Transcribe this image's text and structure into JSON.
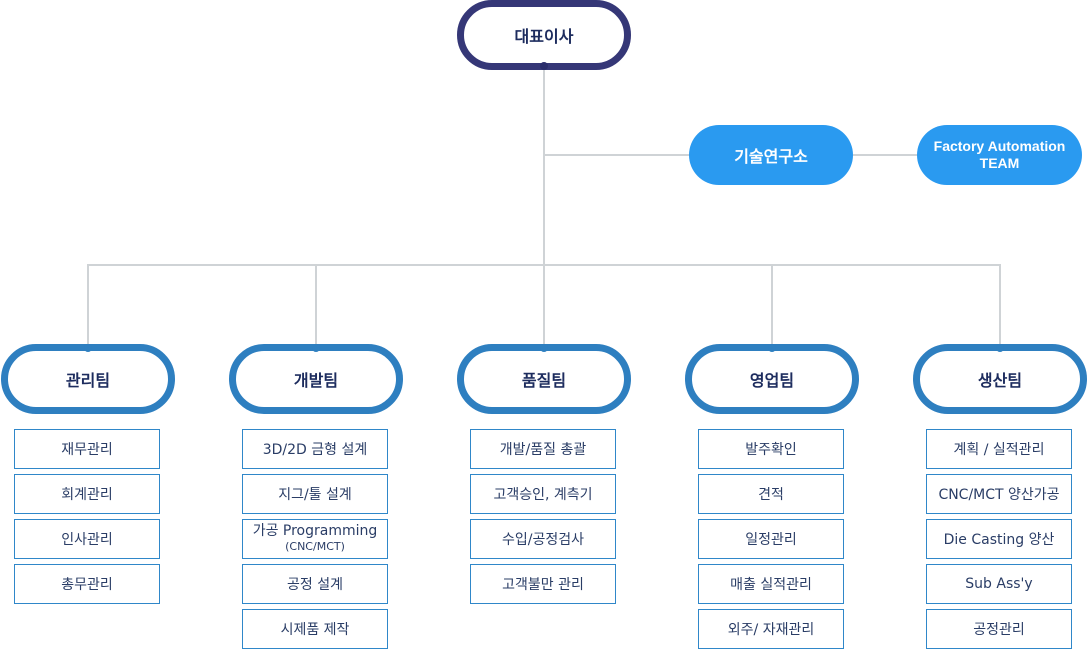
{
  "ceo": {
    "label": "대표이사"
  },
  "lab": {
    "label": "기술연구소"
  },
  "fa_team": {
    "line1": "Factory Automation",
    "line2": "TEAM"
  },
  "teams": [
    {
      "label": "관리팀",
      "tasks": [
        "재무관리",
        "회계관리",
        "인사관리",
        "총무관리"
      ]
    },
    {
      "label": "개발팀",
      "tasks": [
        "3D/2D 금형 설계",
        "지그/툴 설계",
        {
          "main": "가공 Programming",
          "sub": "(CNC/MCT)"
        },
        "공정 설계",
        "시제품 제작"
      ]
    },
    {
      "label": "품질팀",
      "tasks": [
        "개발/품질 총괄",
        "고객승인, 계측기",
        "수입/공정검사",
        "고객불만 관리"
      ]
    },
    {
      "label": "영업팀",
      "tasks": [
        "발주확인",
        "견적",
        "일정관리",
        "매출 실적관리",
        "외주/ 자재관리"
      ]
    },
    {
      "label": "생산팀",
      "tasks": [
        "계획 / 실적관리",
        "CNC/MCT 양산가공",
        "Die Casting 양산",
        "Sub Ass'y",
        "공정관리"
      ]
    }
  ],
  "colors": {
    "ceo_border": "#353777",
    "team_border": "#2e7fc0",
    "accent_fill": "#2a9af0",
    "connector": "#cfd3d6",
    "text": "#1d2c5e"
  }
}
